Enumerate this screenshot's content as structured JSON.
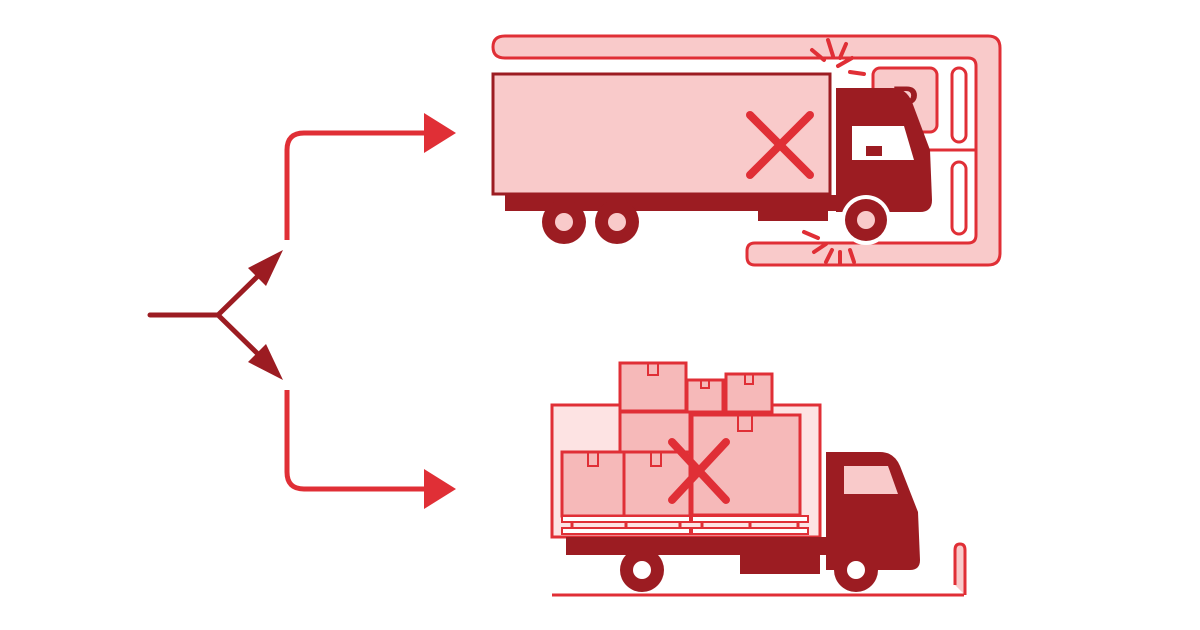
{
  "diagram": {
    "scenarios": [
      {
        "id": "too-long",
        "crossed": true,
        "parking_sign": "P"
      },
      {
        "id": "overloaded",
        "crossed": true
      }
    ]
  },
  "colors": {
    "primary_red": "#e02f36",
    "dark_red": "#9c1c22",
    "light_fill": "#f9caca",
    "box_fill": "#f6b9b9",
    "background": "#ffffff"
  },
  "icons": [
    "branch-arrow-icon",
    "truck-icon",
    "parking-sign-icon",
    "cross-icon",
    "cargo-box-icon",
    "impact-burst-icon"
  ]
}
